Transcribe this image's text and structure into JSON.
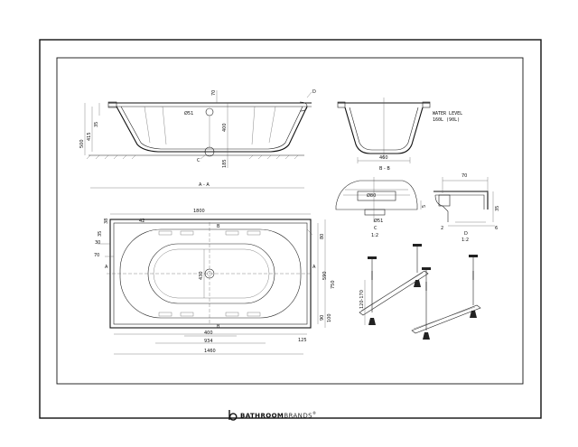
{
  "drawing": {
    "section_aa": {
      "caption": "A - A",
      "dims": {
        "total_h": "500",
        "rim_h": "415",
        "ledge": "35",
        "inner_depth": "400",
        "overflow_off": "70",
        "waste": "185",
        "overflow_dia": "Ø51",
        "tag_c": "C",
        "tag_d": "D"
      }
    },
    "section_bb": {
      "caption": "B - B",
      "bottom_w": "460",
      "water_level_line1": "WATER LEVEL",
      "water_level_line2": "160L (90L)"
    },
    "detail_c": {
      "caption": "C",
      "scale": "1:2",
      "dia1": "Ø80",
      "dia2": "Ø51",
      "side": "5"
    },
    "detail_d": {
      "caption": "D",
      "scale": "1:2",
      "top": "70",
      "side": "35",
      "small": "2",
      "small2": "6"
    },
    "plan": {
      "overall_l": "1800",
      "overall_w": "750",
      "inner_w": "590",
      "bowl_w": "430",
      "l1460": "1460",
      "l934": "934",
      "l400": "400",
      "off125": "125",
      "side70": "70",
      "side30": "30",
      "d42": "42",
      "d38": "38",
      "d80": "80",
      "d90": "90",
      "d100": "100",
      "d35": "35",
      "tag_a": "A",
      "tag_b": "B"
    },
    "legs": {
      "range": "120-170"
    }
  },
  "footer": {
    "brand_bold": "BATHROOM",
    "brand_light": "BRANDS",
    "trademark": "®",
    "logo_icon": "b-logo-icon"
  }
}
